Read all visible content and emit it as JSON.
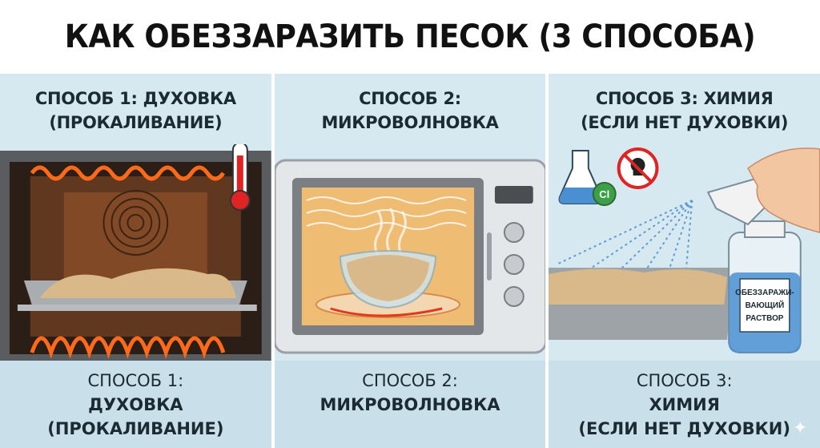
{
  "title": "КАК ОБЕЗЗАРАЗИТЬ ПЕСОК (3 СПОСОБА)",
  "panels": [
    {
      "top_caption": [
        "СПОСОБ 1: ДУХОВКА",
        "(ПРОКАЛИВАНИЕ)"
      ],
      "bottom_caption": {
        "line1": "СПОСОБ 1:",
        "line2": "ДУХОВКА",
        "line3": "(ПРОКАЛИВАНИЕ)"
      }
    },
    {
      "top_caption": [
        "СПОСОБ 2:",
        "МИКРОВОЛНОВКА"
      ],
      "bottom_caption": {
        "line1": "СПОСОБ 2:",
        "line2": "МИКРОВОЛНОВКА"
      }
    },
    {
      "top_caption": [
        "СПОСОБ 3: ХИМИЯ",
        "(ЕСЛИ НЕТ ДУХОВКИ)"
      ],
      "bottom_caption": {
        "line1": "СПОСОБ 3:",
        "line2": "ХИМИЯ",
        "line3": "(ЕСЛИ НЕТ ДУХОВКИ)"
      },
      "bottle_label": [
        "ОБЕЗЗАРАЖИ-",
        "ВАЮЩИЙ",
        "РАСТВОР"
      ],
      "chem_symbol": "Cl"
    }
  ],
  "colors": {
    "heat": "#ff6a1a",
    "sand": "#d9b98a",
    "panel_bg": "#d6e8f0",
    "oven_interior": "#3a2a20",
    "microwave_body": "#e4e7ea",
    "spray": "#4a8fd1"
  },
  "icons": [
    "thermometer-icon",
    "flask-icon",
    "no-toxic-icon",
    "sparkle-icon"
  ]
}
